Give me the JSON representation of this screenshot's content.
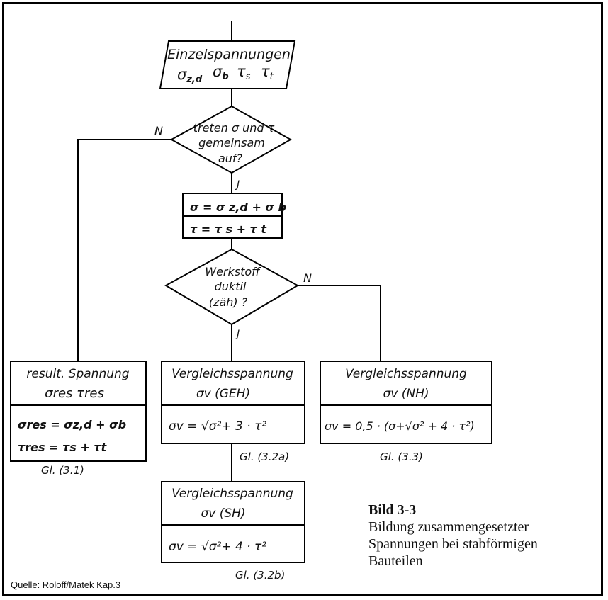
{
  "input_box": {
    "title": "Einzelspannungen",
    "symbols": [
      "σ",
      "σ",
      "τ",
      "τ"
    ],
    "subscripts": [
      "z,d",
      "b",
      "s",
      "t"
    ]
  },
  "decision1": {
    "lines": [
      "treten σ und τ",
      "gemeinsam",
      "auf?"
    ],
    "no_label": "N",
    "yes_label": "J"
  },
  "combine_box": {
    "line1": "σ = σ z,d + σ b",
    "line2": "τ = τ s + τ t"
  },
  "decision2": {
    "lines": [
      "Werkstoff",
      "duktil",
      "(zäh) ?"
    ],
    "no_label": "N",
    "yes_label": "J"
  },
  "result_box": {
    "header": "result. Spannung",
    "header_symbols": "σres   τres",
    "formula1": "σres = σz,d + σb",
    "formula2": "τres = τs + τt",
    "eq_label": "Gl. (3.1)"
  },
  "geh_box": {
    "header": "Vergleichsspannung",
    "symbol": "σv (GEH)",
    "formula": "σv = √σ²+ 3 · τ²",
    "eq_label": "Gl. (3.2a)"
  },
  "nh_box": {
    "header": "Vergleichsspannung",
    "symbol": "σv (NH)",
    "formula": "σv = 0,5 · (σ+√σ² + 4 · τ²)",
    "eq_label": "Gl. (3.3)"
  },
  "sh_box": {
    "header": "Vergleichsspannung",
    "symbol": "σv (SH)",
    "formula": "σv = √σ²+ 4 · τ²",
    "eq_label": "Gl. (3.2b)"
  },
  "caption": {
    "title": "Bild 3-3",
    "lines": [
      "Bildung zusammengesetzter",
      "Spannungen bei stabförmigen",
      "Bauteilen"
    ]
  },
  "source": "Quelle: Roloff/Matek Kap.3"
}
